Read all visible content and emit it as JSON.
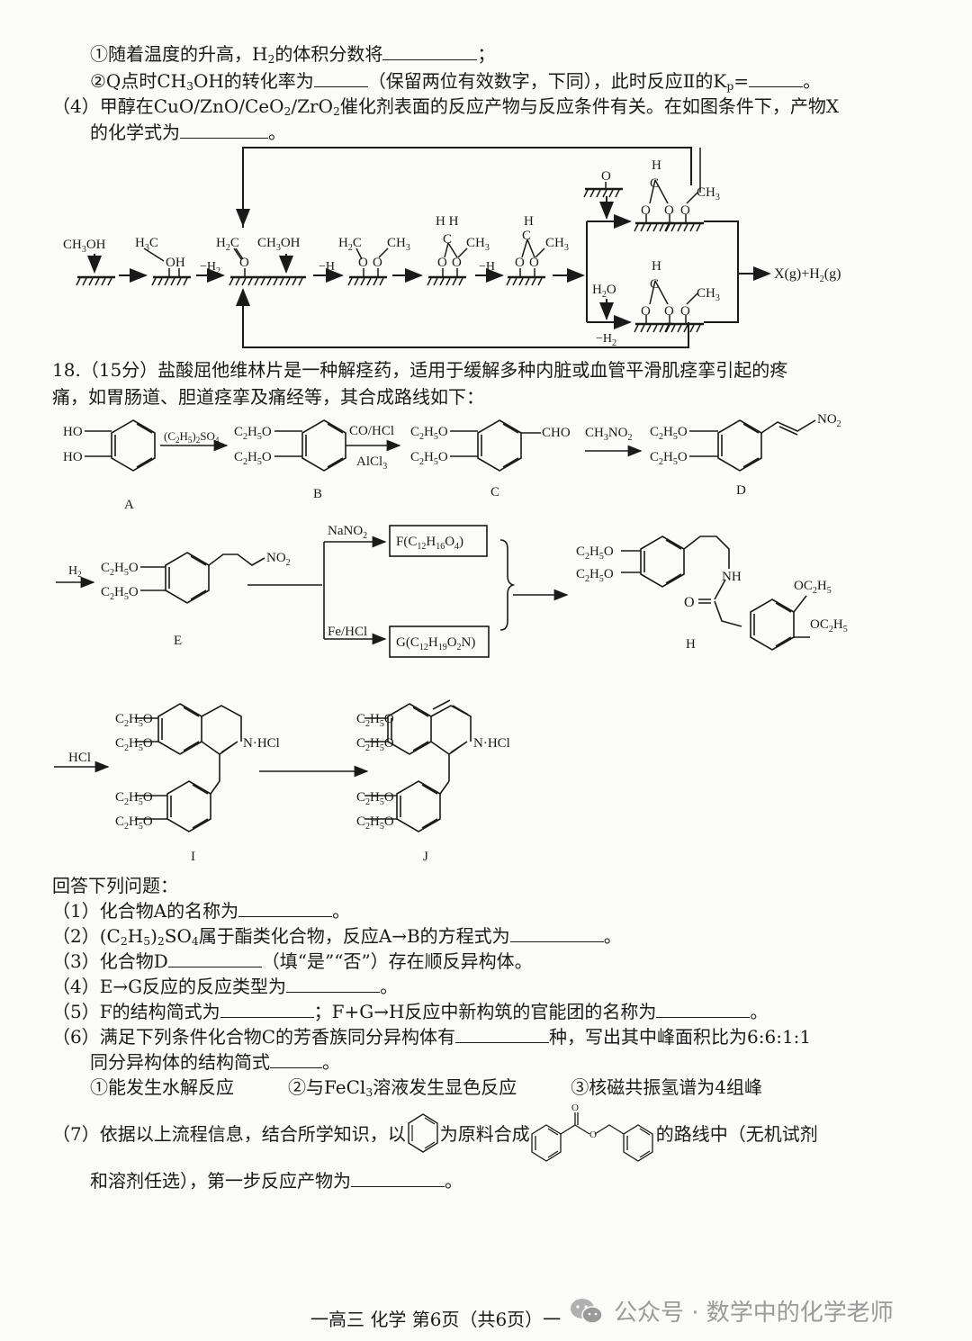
{
  "q17_cont": {
    "item1_prefix": "①随着温度的升高，H",
    "item1_sub": "2",
    "item1_suffix": "的体积分数将",
    "item1_end": "；",
    "item2_prefix": "②Q点时CH",
    "item2_sub": "3",
    "item2_mid": "OH的转化率为",
    "item2_paren": "（保留两位有效数字，下同），此时反应Ⅱ的K",
    "item2_kp_sub": "p",
    "item2_eq": "=",
    "item2_end": "。",
    "part4_line1_a": "（4）甲醇在CuO/ZnO/CeO",
    "part4_line1_sub1": "2",
    "part4_line1_b": "/ZrO",
    "part4_line1_sub2": "2",
    "part4_line1_c": "催化剂表面的反应产物与反应条件有关。在如图条件下，产物X",
    "part4_line2": "的化学式为",
    "part4_line2_end": "。"
  },
  "mechanism": {
    "species": [
      "CH3OH",
      "H3C",
      "OH",
      "H2C",
      "CH3OH",
      "H2C",
      "CH3",
      "H H",
      "C",
      "CH3",
      "H",
      "C",
      "CH3",
      "O",
      "H",
      "C",
      "CH3",
      "H2O",
      "H",
      "C",
      "CH3"
    ],
    "arrow_labels": [
      "-H2",
      "-H",
      "-H",
      "-H2"
    ],
    "product": "X(g)+H2(g)"
  },
  "q18": {
    "header_line1": "18.（15分）盐酸屈他维林片是一种解痉药，适用于缓解多种内脏或血管平滑肌痉挛引起的疼",
    "header_line2": "痛，如胃肠道、胆道痉挛及痛经等，其合成路线如下：",
    "compounds": [
      "A",
      "B",
      "C",
      "D",
      "E",
      "H",
      "I",
      "J"
    ],
    "reagents": {
      "a_to_b": "(C2H5)2SO4",
      "b_to_c_top": "CO/HCl",
      "b_to_c_bottom": "AlCl3",
      "c_to_d": "CH3NO2",
      "d_to_e": "H2",
      "e_to_f": "NaNO2",
      "e_to_g": "Fe/HCl",
      "h_to_i": "HCl"
    },
    "box_f": "F(C12H16O4)",
    "box_g": "G(C12H19O2N)",
    "groups": {
      "oet": "C2H5O",
      "oet_right": "OC2H5",
      "ho": "HO",
      "cho": "CHO",
      "no2": "NO2",
      "nh": "NH",
      "o": "O",
      "nhcl": "N·HCl"
    },
    "questions_intro": "回答下列问题：",
    "questions": [
      {
        "a": "（1）化合物A的名称为",
        "b": "。"
      },
      {
        "a": "（2）(C",
        "s1": "2",
        "m1": "H",
        "s2": "5",
        "m2": ")",
        "s3": "2",
        "m3": "SO",
        "s4": "4",
        "m4": "属于酯类化合物，反应A→B的方程式为",
        "b": "。"
      },
      {
        "a": "（3）化合物D",
        "b": "（填“是”“否”）存在顺反异构体。"
      },
      {
        "a": "（4）E→G反应的反应类型为",
        "b": "。"
      },
      {
        "a": "（5）F的结构简式为",
        "m": "；F+G→H反应中新构筑的官能团的名称为",
        "b": "。"
      },
      {
        "a": "（6）满足下列条件化合物C的芳香族同分异构体有",
        "m": "种，写出其中峰面积比为6:6:1:1",
        "line2": "同分异构体的结构简式",
        "b": "。"
      },
      {
        "a": "（7）依据以上流程信息，结合所学知识，以",
        "m1": "为原料合成",
        "m2": "的路线中（无机试剂",
        "line2": "和溶剂任选），第一步反应产物为",
        "b": "。"
      }
    ],
    "conditions": [
      "①能发生水解反应",
      "②与FeCl",
      "3",
      "溶液发生显色反应",
      "③核磁共振氢谱为4组峰"
    ]
  },
  "footer": {
    "page_label": "一高三  化学  第6页（共6页）一",
    "watermark": "公众号 · 数学中的化学老师"
  }
}
